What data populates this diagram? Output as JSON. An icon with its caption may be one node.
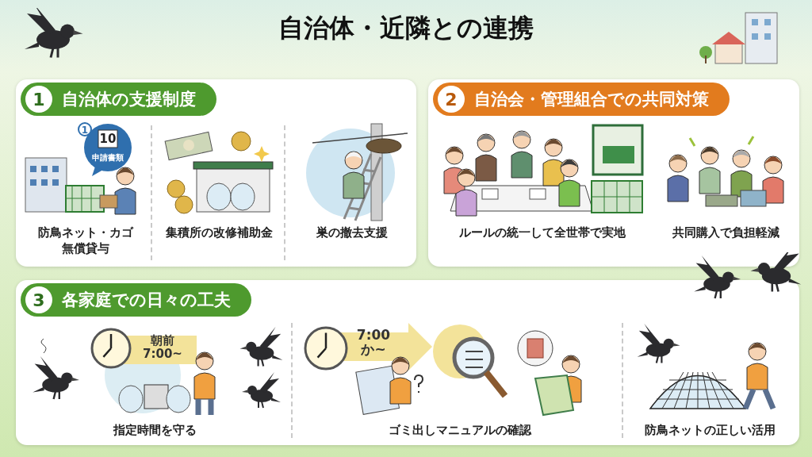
{
  "diagram": {
    "title": "自治体・近隣との連携",
    "nodes": [
      {
        "text": [
          "1",
          "自治体の支援制度"
        ]
      },
      {
        "text": [
          "防鳥ネット・カゴ無償貸与"
        ],
        "in": 0
      },
      {
        "text": [
          "集積所の改修補助金"
        ],
        "in": 0
      },
      {
        "text": [
          "巣の撤去支援"
        ],
        "in": 0
      },
      {
        "text": [
          "2",
          "自治会・管理組合での共同対策"
        ]
      },
      {
        "text": [
          "ルールの統一して全世帯で実地"
        ],
        "in": 4
      },
      {
        "text": [
          "共同購入で負担軽減"
        ],
        "in": 4
      },
      {
        "text": [
          "3",
          "各家庭での日々の工夫"
        ]
      },
      {
        "text": [
          "指定時間を守る"
        ],
        "in": 7
      },
      {
        "text": [
          "ゴミ出しマニュアルの確認"
        ],
        "in": 7
      },
      {
        "text": [
          "防鳥ネットの正しい活用"
        ],
        "in": 7
      }
    ],
    "edges": [],
    "labels": [
      "1",
      "10",
      "申請書類",
      "朝前 7:00~",
      "7:00 か~"
    ]
  }
}
